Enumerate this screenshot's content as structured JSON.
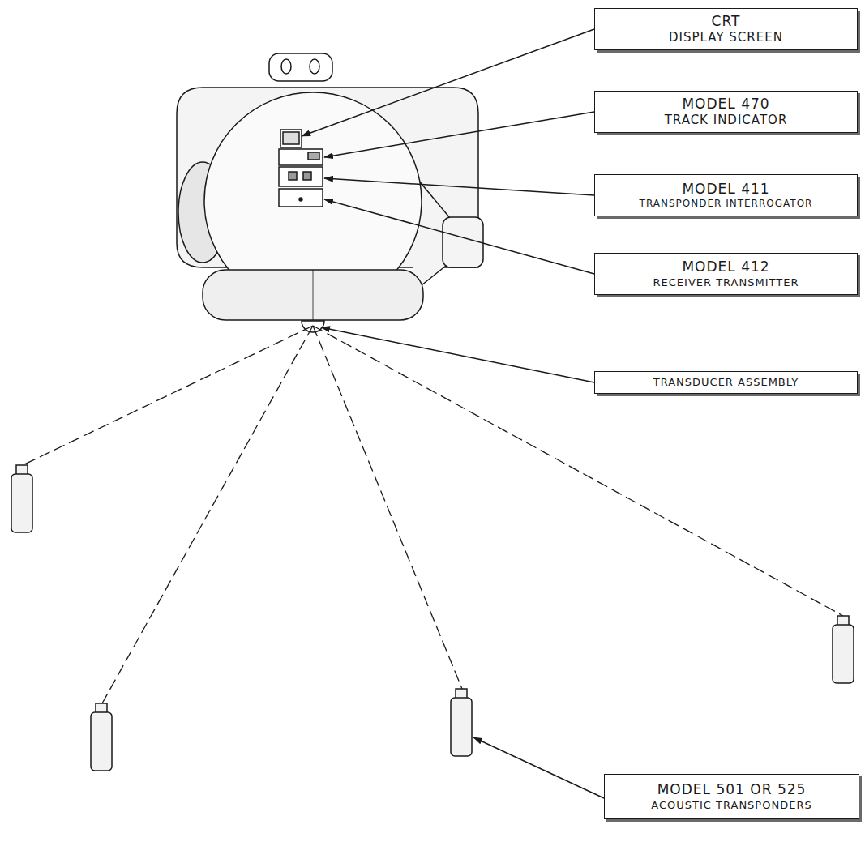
{
  "diagram": {
    "nodes": [
      {
        "text": [
          "CRT",
          "DISPLAY SCREEN"
        ]
      },
      {
        "text": [
          "MODEL 470",
          "TRACK INDICATOR"
        ]
      },
      {
        "text": [
          "MODEL 411",
          "TRANSPONDER INTERROGATOR"
        ]
      },
      {
        "text": [
          "MODEL 412",
          "RECEIVER TRANSMITTER"
        ]
      },
      {
        "text": [
          "TRANSDUCER ASSEMBLY"
        ]
      },
      {
        "text": [
          "MODEL 501 OR 525",
          "ACOUSTIC TRANSPONDERS"
        ]
      }
    ]
  }
}
